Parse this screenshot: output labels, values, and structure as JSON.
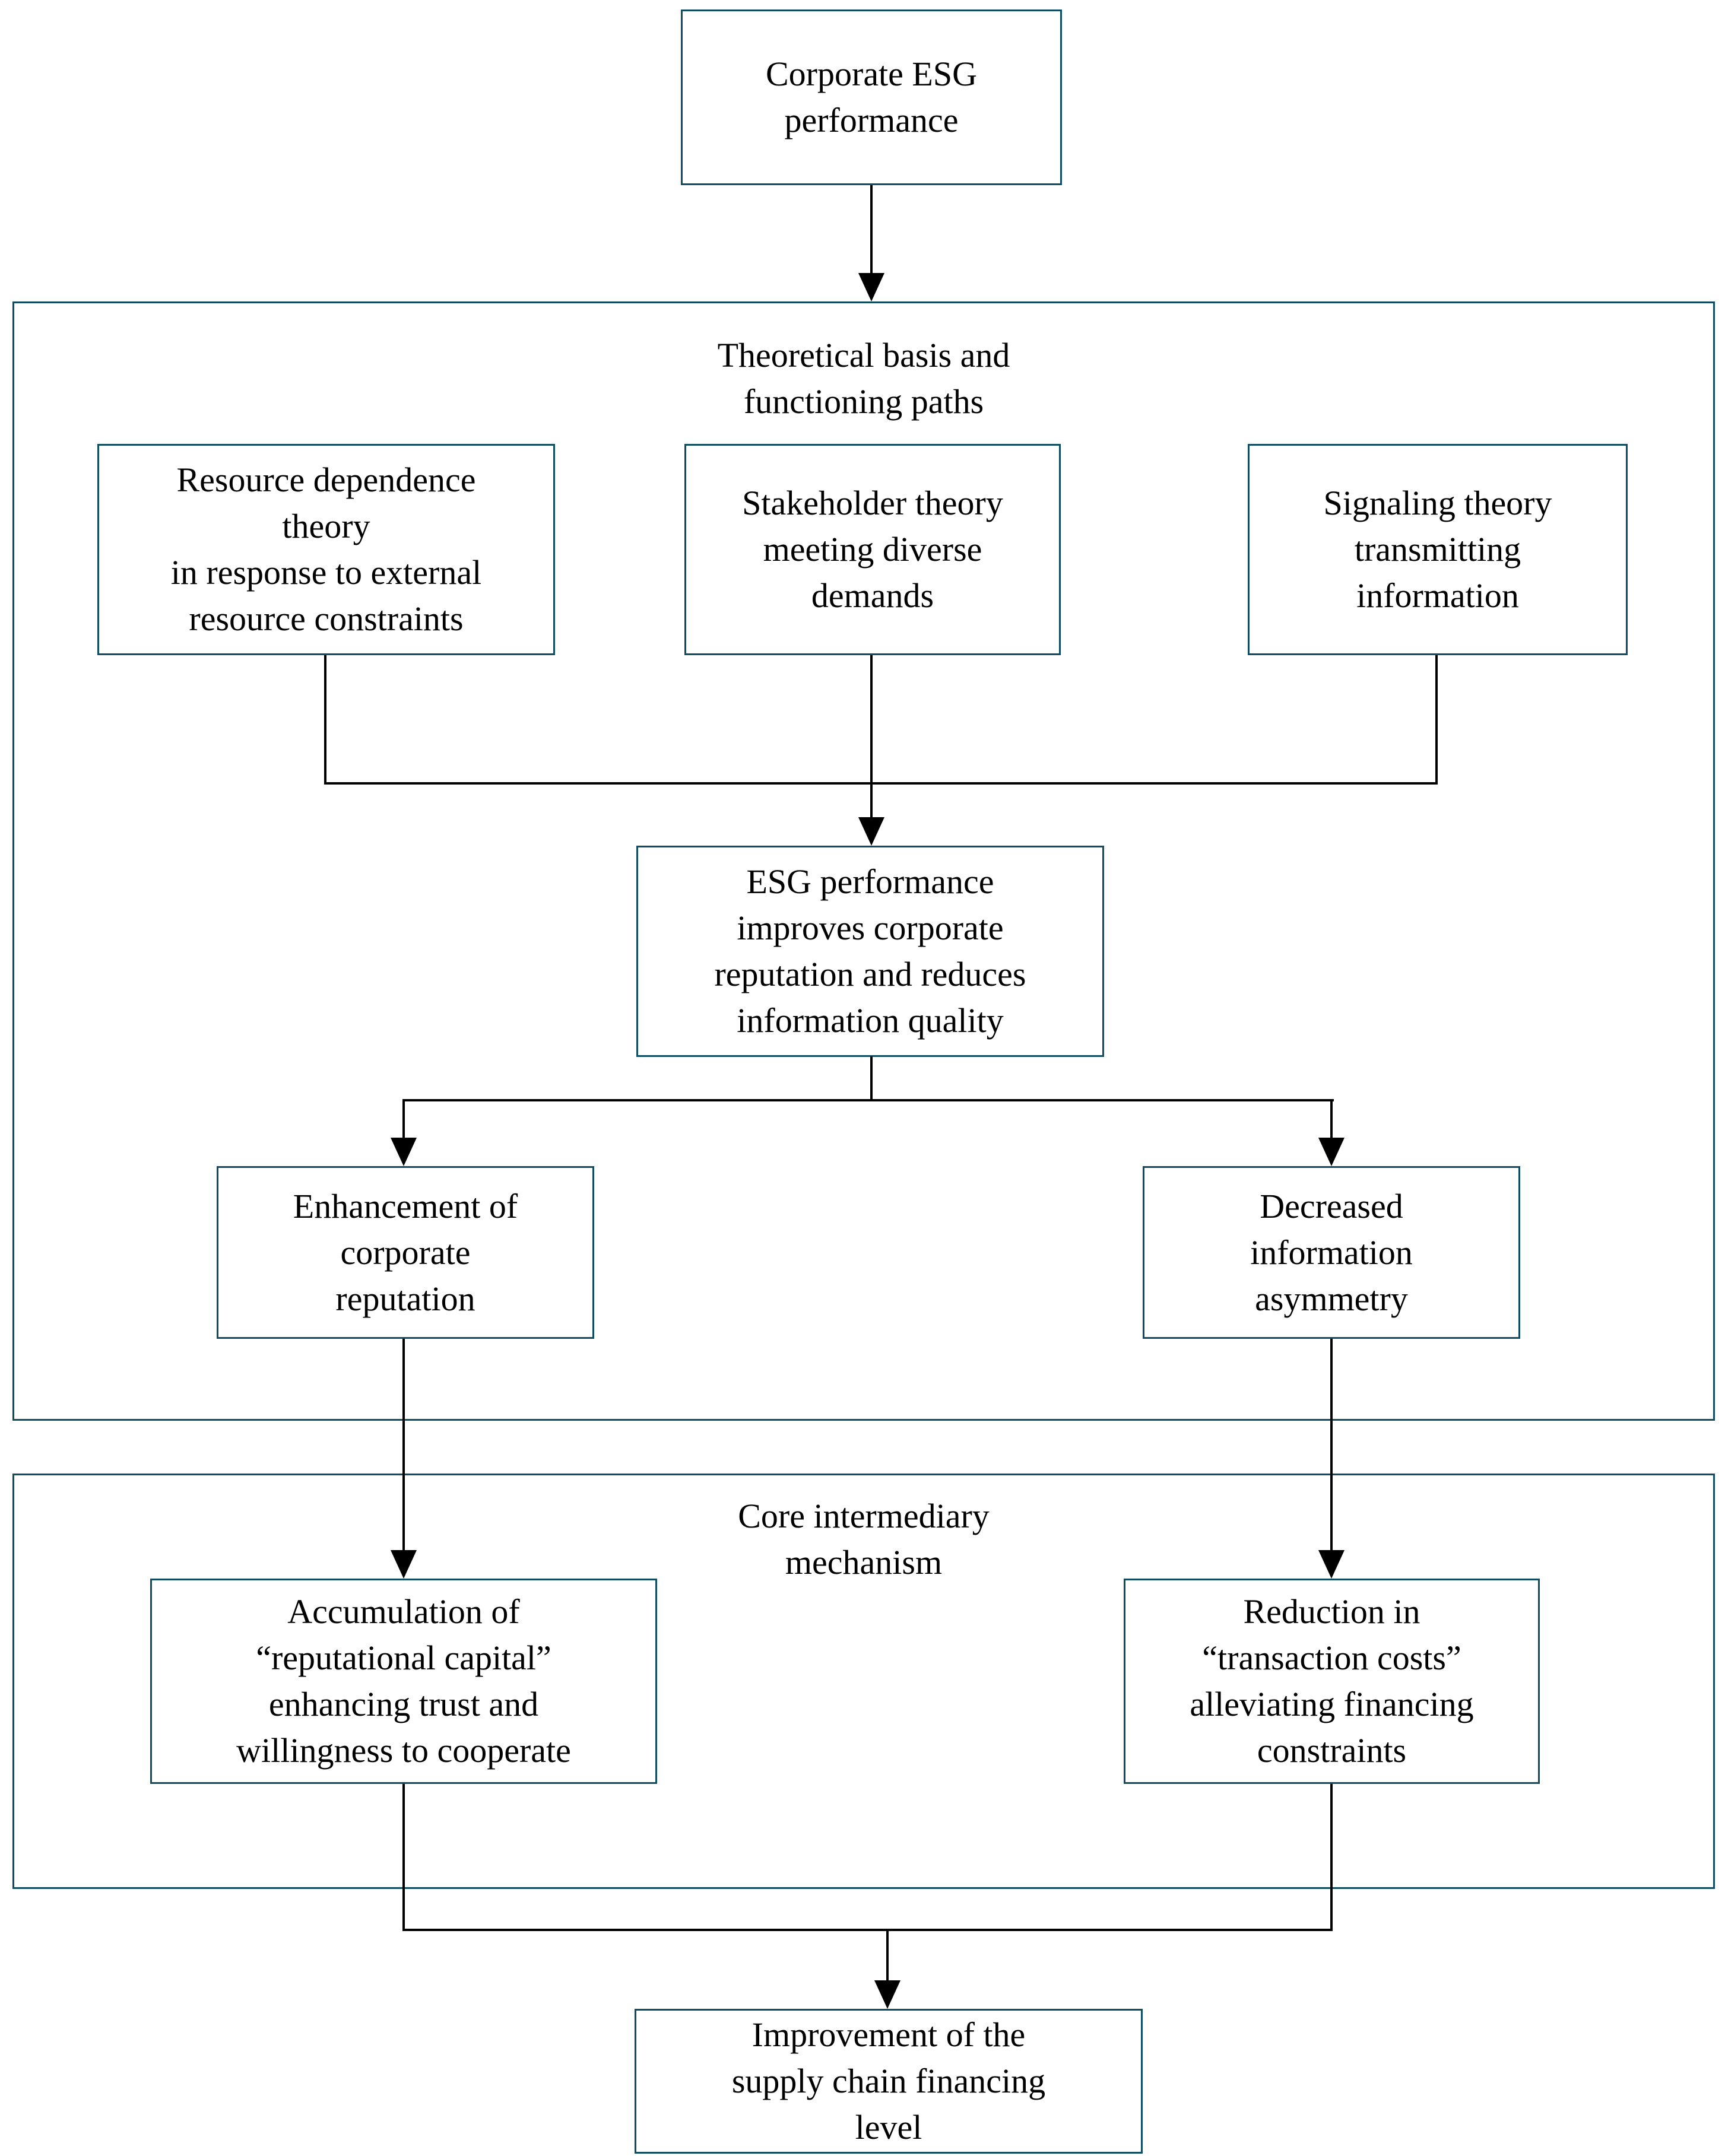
{
  "diagram": {
    "colors": {
      "box_border": "#0e4d63",
      "connector": "#000000",
      "background": "#ffffff",
      "text": "#000000"
    },
    "nodes": {
      "corporate_esg": {
        "lines": [
          "Corporate ESG",
          "performance"
        ]
      },
      "resource_dependence": {
        "lines": [
          "Resource dependence",
          "theory",
          "in response to external",
          "resource constraints"
        ]
      },
      "stakeholder_theory": {
        "lines": [
          "Stakeholder theory",
          "meeting diverse",
          "demands"
        ]
      },
      "signaling_theory": {
        "lines": [
          "Signaling theory",
          "transmitting",
          "information"
        ]
      },
      "esg_improves": {
        "lines": [
          "ESG performance",
          "improves corporate",
          "reputation and reduces",
          "information quality"
        ]
      },
      "enhancement_reputation": {
        "lines": [
          "Enhancement of",
          "corporate",
          "reputation"
        ]
      },
      "decreased_asymmetry": {
        "lines": [
          "Decreased",
          "information",
          "asymmetry"
        ]
      },
      "reputational_capital": {
        "lines": [
          "Accumulation of",
          "“reputational capital”",
          "enhancing trust and",
          "willingness to cooperate"
        ]
      },
      "transaction_costs": {
        "lines": [
          "Reduction in",
          "“transaction costs”",
          "alleviating financing",
          "constraints"
        ]
      },
      "supply_chain_financing": {
        "lines": [
          "Improvement of the",
          "supply chain financing",
          "level"
        ]
      }
    },
    "sections": {
      "theoretical_basis": {
        "title_lines": [
          "Theoretical basis and",
          "functioning paths"
        ]
      },
      "core_intermediary": {
        "title_lines": [
          "Core intermediary",
          "mechanism"
        ]
      }
    }
  }
}
